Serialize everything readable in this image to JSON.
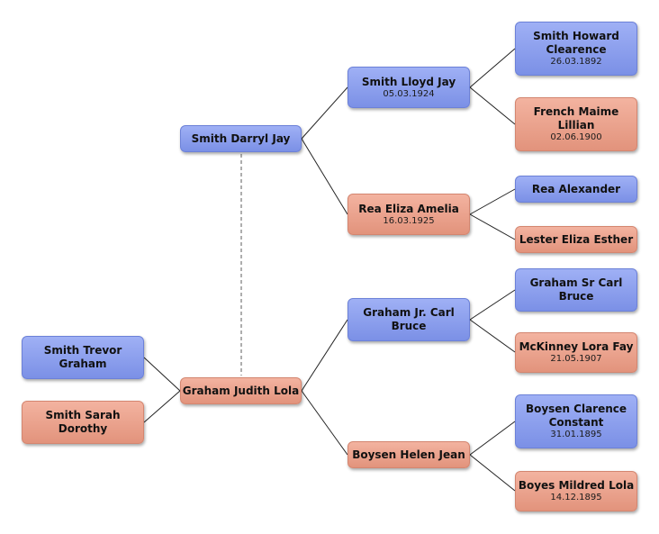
{
  "people": {
    "darryl": {
      "name": "Smith Darryl Jay",
      "date": ""
    },
    "judith": {
      "name": "Graham Judith Lola",
      "date": ""
    },
    "trevor": {
      "name": "Smith Trevor Graham",
      "date": ""
    },
    "sarah": {
      "name": "Smith Sarah Dorothy",
      "date": ""
    },
    "lloyd": {
      "name": "Smith Lloyd Jay",
      "date": "05.03.1924"
    },
    "eliza": {
      "name": "Rea Eliza Amelia",
      "date": "16.03.1925"
    },
    "carljr": {
      "name": "Graham Jr. Carl Bruce",
      "date": ""
    },
    "helen": {
      "name": "Boysen Helen Jean",
      "date": ""
    },
    "howard": {
      "name": "Smith Howard Clearence",
      "date": "26.03.1892"
    },
    "maime": {
      "name": "French Maime Lillian",
      "date": "02.06.1900"
    },
    "alexander": {
      "name": "Rea Alexander",
      "date": ""
    },
    "esther": {
      "name": "Lester Eliza Esther",
      "date": ""
    },
    "carlsr": {
      "name": "Graham Sr Carl Bruce",
      "date": ""
    },
    "lorafay": {
      "name": "McKinney Lora Fay",
      "date": "21.05.1907"
    },
    "clarence": {
      "name": "Boysen Clarence Constant",
      "date": "31.01.1895"
    },
    "mildred": {
      "name": "Boyes Mildred Lola",
      "date": "14.12.1895"
    }
  },
  "colors": {
    "male": "#8a9cf0",
    "female": "#eba28c",
    "connector": "#222222",
    "spouse_link": "#777777"
  }
}
